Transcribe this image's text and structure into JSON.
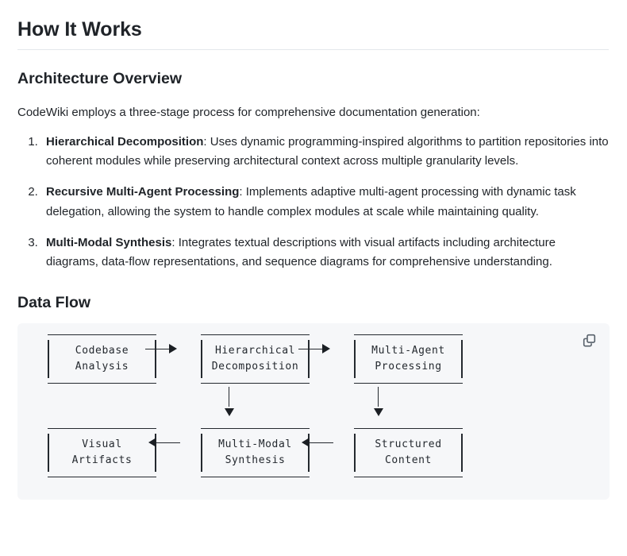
{
  "page": {
    "title": "How It Works"
  },
  "architecture": {
    "heading": "Architecture Overview",
    "intro": "CodeWiki employs a three-stage process for comprehensive documentation generation:",
    "steps": [
      {
        "term": "Hierarchical Decomposition",
        "separator": ": ",
        "text": "Uses dynamic programming-inspired algorithms to partition repositories into coherent modules while preserving architectural context across multiple granularity levels."
      },
      {
        "term": "Recursive Multi-Agent Processing",
        "separator": ": ",
        "text": "Implements adaptive multi-agent processing with dynamic task delegation, allowing the system to handle complex modules at scale while maintaining quality."
      },
      {
        "term": "Multi-Modal Synthesis",
        "separator": ": ",
        "text": "Integrates textual descriptions with visual artifacts including architecture diagrams, data-flow representations, and sequence diagrams for comprehensive understanding."
      }
    ]
  },
  "dataflow": {
    "heading": "Data Flow",
    "copy_icon": "copy-icon",
    "diagram": {
      "nodes": [
        {
          "id": "codebase-analysis",
          "line1": "Codebase",
          "line2": "Analysis"
        },
        {
          "id": "hierarchical-decomposition",
          "line1": "Hierarchical",
          "line2": "Decomposition"
        },
        {
          "id": "multi-agent-processing",
          "line1": "Multi-Agent",
          "line2": "Processing"
        },
        {
          "id": "visual-artifacts",
          "line1": "Visual",
          "line2": "Artifacts"
        },
        {
          "id": "multi-modal-synthesis",
          "line1": "Multi-Modal",
          "line2": "Synthesis"
        },
        {
          "id": "structured-content",
          "line1": "Structured",
          "line2": "Content"
        }
      ],
      "edges": [
        {
          "from": "codebase-analysis",
          "to": "hierarchical-decomposition",
          "direction": "right"
        },
        {
          "from": "hierarchical-decomposition",
          "to": "multi-agent-processing",
          "direction": "right"
        },
        {
          "from": "hierarchical-decomposition",
          "to": "multi-modal-synthesis",
          "direction": "down"
        },
        {
          "from": "multi-agent-processing",
          "to": "structured-content",
          "direction": "down"
        },
        {
          "from": "structured-content",
          "to": "multi-modal-synthesis",
          "direction": "left"
        },
        {
          "from": "multi-modal-synthesis",
          "to": "visual-artifacts",
          "direction": "left"
        }
      ]
    }
  },
  "colors": {
    "text": "#1f2328",
    "rule": "#e4e7eb",
    "panel_bg": "#f6f7f9",
    "diagram_stroke": "#24292f",
    "icon": "#57606a"
  }
}
